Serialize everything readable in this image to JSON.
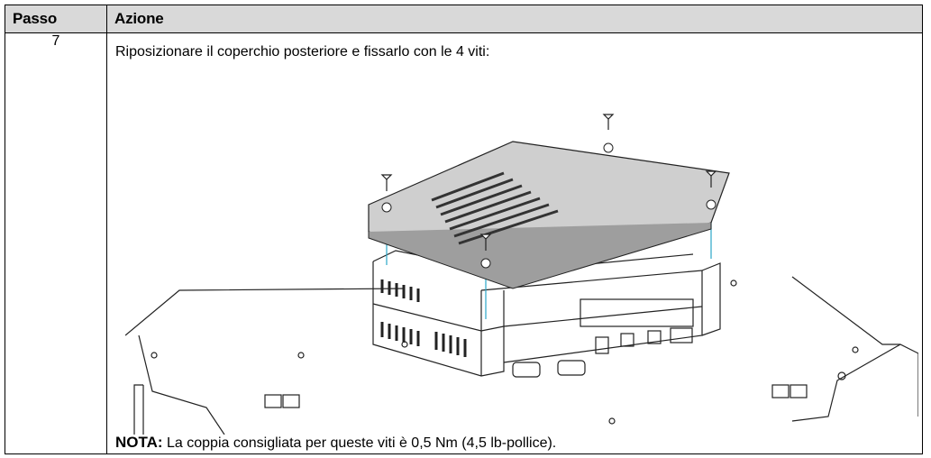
{
  "table": {
    "headers": {
      "step": "Passo",
      "action": "Azione"
    },
    "rows": [
      {
        "step": "7",
        "instruction": "Riposizionare il coperchio posteriore e fissarlo con le 4 viti:",
        "note_label": "NOTA:",
        "note_text": " La coppia consigliata per queste viti è 0,5 Nm (4,5 lb-pollice)."
      }
    ]
  },
  "figure": {
    "icon": "hmi-rear-cover-screws-illustration",
    "screw_count": 4
  },
  "colors": {
    "header_bg": "#d9d9d9",
    "guide_lines": "#2aa6c8",
    "cover": "#cfcfcf"
  }
}
